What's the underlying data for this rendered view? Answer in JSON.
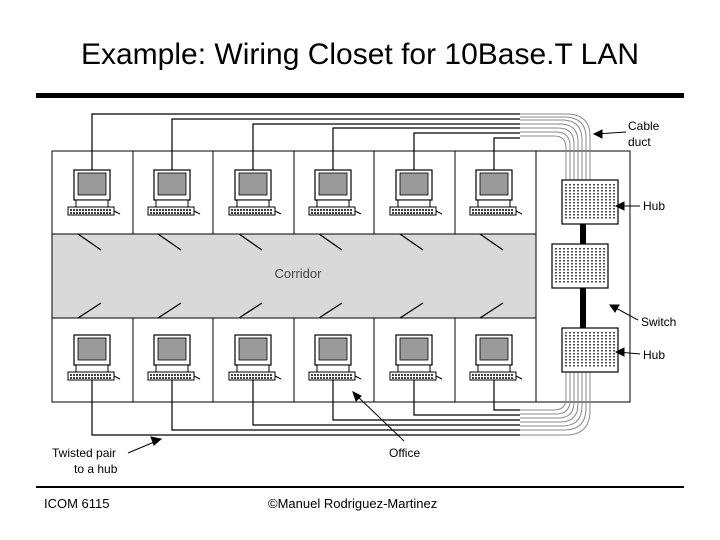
{
  "slide": {
    "title": "Example: Wiring Closet for 10Base.T LAN",
    "footer_left": "ICOM 6115",
    "footer_center": "©Manuel Rodriguez-Martinez"
  },
  "diagram": {
    "corridor_label": "Corridor",
    "labels": {
      "cable_duct_line1": "Cable",
      "cable_duct_line2": "duct",
      "hub_top": "Hub",
      "switch": "Switch",
      "hub_bottom": "Hub",
      "office": "Office",
      "twisted_pair_line1": "Twisted pair",
      "twisted_pair_line2": "to a hub"
    },
    "offices_per_row": 6,
    "rows": [
      "top",
      "bottom"
    ],
    "colors": {
      "corridor_fill": "#d9d9d9",
      "line": "#000000",
      "cable_gray": "#8a8a8a",
      "monitor_screen": "#9a9a9a"
    }
  }
}
